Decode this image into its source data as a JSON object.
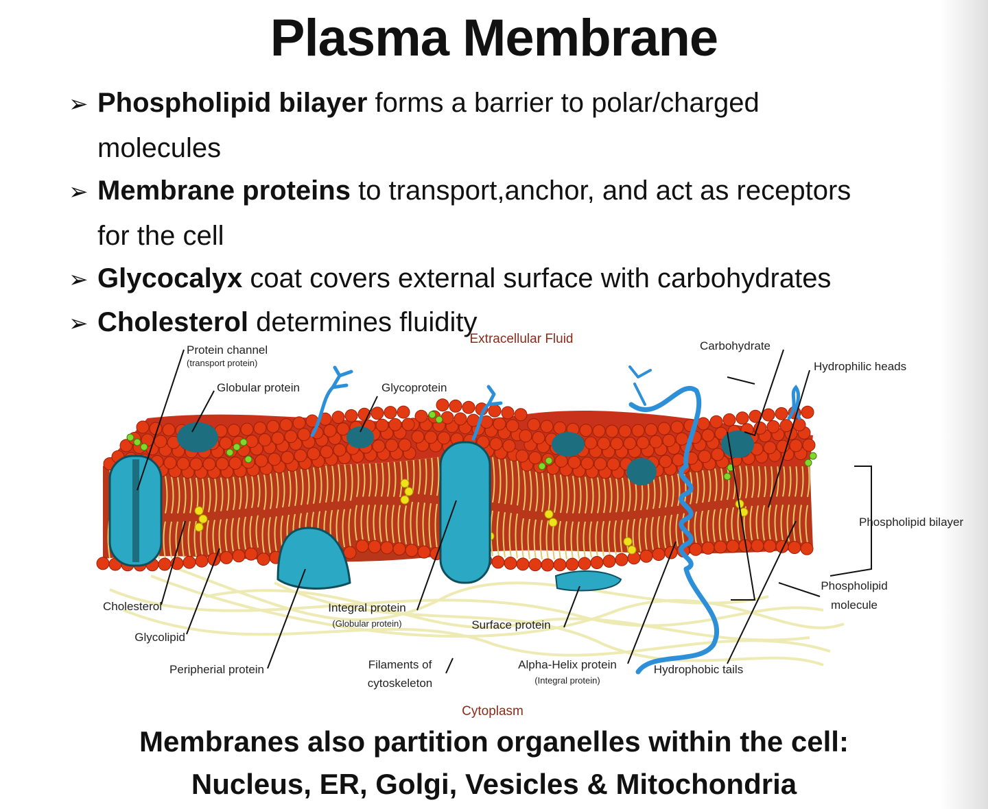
{
  "title": "Plasma Membrane",
  "bullets": [
    {
      "term": "Phospholipid bilayer",
      "text": "  forms a barrier to polar/charged",
      "cont": "molecules"
    },
    {
      "term": "Membrane proteins",
      "text": " to transport,anchor, and act as receptors",
      "cont": "for the cell"
    },
    {
      "term": "Glycocalyx",
      "text": " coat covers external surface with carbohydrates",
      "cont": ""
    },
    {
      "term": "Cholesterol",
      "text": " determines fluidity",
      "cont": ""
    }
  ],
  "diagram": {
    "extracellular": "Extracellular Fluid",
    "cytoplasm": "Cytoplasm",
    "labels": {
      "protein_channel": "Protein channel",
      "transport_protein": "(transport protein)",
      "globular_protein": "Globular protein",
      "glycoprotein": "Glycoprotein",
      "carbohydrate": "Carbohydrate",
      "hydrophilic_heads": "Hydrophilic heads",
      "phospholipid_bilayer": "Phospholipid bilayer",
      "phospholipid_molecule_1": "Phospholipid",
      "phospholipid_molecule_2": "molecule",
      "cholesterol": "Cholesterol",
      "glycolipid": "Glycolipid",
      "peripheral_protein": "Peripherial protein",
      "integral_protein": "Integral protein",
      "integral_globular": "(Globular protein)",
      "surface_protein": "Surface protein",
      "filaments_1": "Filaments of",
      "filaments_2": "cytoskeleton",
      "alpha_helix": "Alpha-Helix protein",
      "alpha_integral": "(Integral protein)",
      "hydrophobic_tails": "Hydrophobic tails"
    },
    "colors": {
      "head": "#e23a12",
      "tail": "#e8c96a",
      "protein": "#2aa8c4",
      "protein_dark": "#1d6f80",
      "carbohydrate": "#2d8fd8",
      "cholesterol": "#f0e11a",
      "glycolipid": "#7fd82a",
      "filament": "#ece7a8"
    }
  },
  "footer": {
    "line1": "Membranes also partition organelles within the cell:",
    "line2": "Nucleus, ER, Golgi, Vesicles & Mitochondria"
  }
}
